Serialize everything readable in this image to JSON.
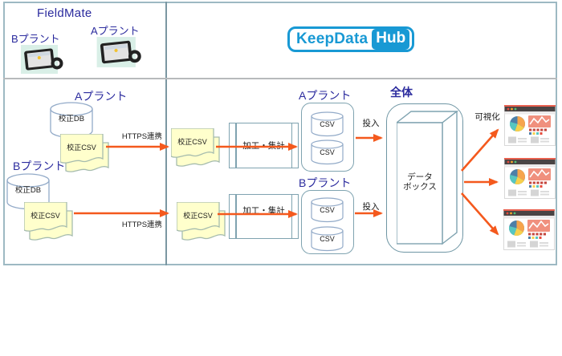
{
  "colors": {
    "accent_orange": "#f4591d",
    "navy_label": "#2b2b9e",
    "steel_border": "#7fa3b0",
    "logo_blue": "#1899d4",
    "document_fill": "#ffffcc"
  },
  "fieldmate": {
    "title": "FieldMate",
    "plant_a_label": "Aプラント",
    "plant_b_label": "Bプラント"
  },
  "logo": {
    "keepdata": "KeepData",
    "hub": "Hub"
  },
  "source": {
    "plant_a": {
      "label": "Aプラント",
      "db": "校正DB",
      "csv": "校正CSV",
      "link": "HTTPS連携"
    },
    "plant_b": {
      "label": "Bプラント",
      "db": "校正DB",
      "csv": "校正CSV",
      "link": "HTTPS連携"
    }
  },
  "hub": {
    "row_a": {
      "csv": "校正CSV",
      "process": "加工・集計",
      "group_label": "Aプラント",
      "csv_db1": "CSV",
      "csv_db2": "CSV",
      "ingest": "投入"
    },
    "row_b": {
      "csv": "校正CSV",
      "process": "加工・集計",
      "group_label": "Bプラント",
      "csv_db1": "CSV",
      "csv_db2": "CSV",
      "ingest": "投入"
    },
    "storage": {
      "label": "全体",
      "box_line1": "データ",
      "box_line2": "ボックス",
      "visualize": "可視化"
    }
  }
}
